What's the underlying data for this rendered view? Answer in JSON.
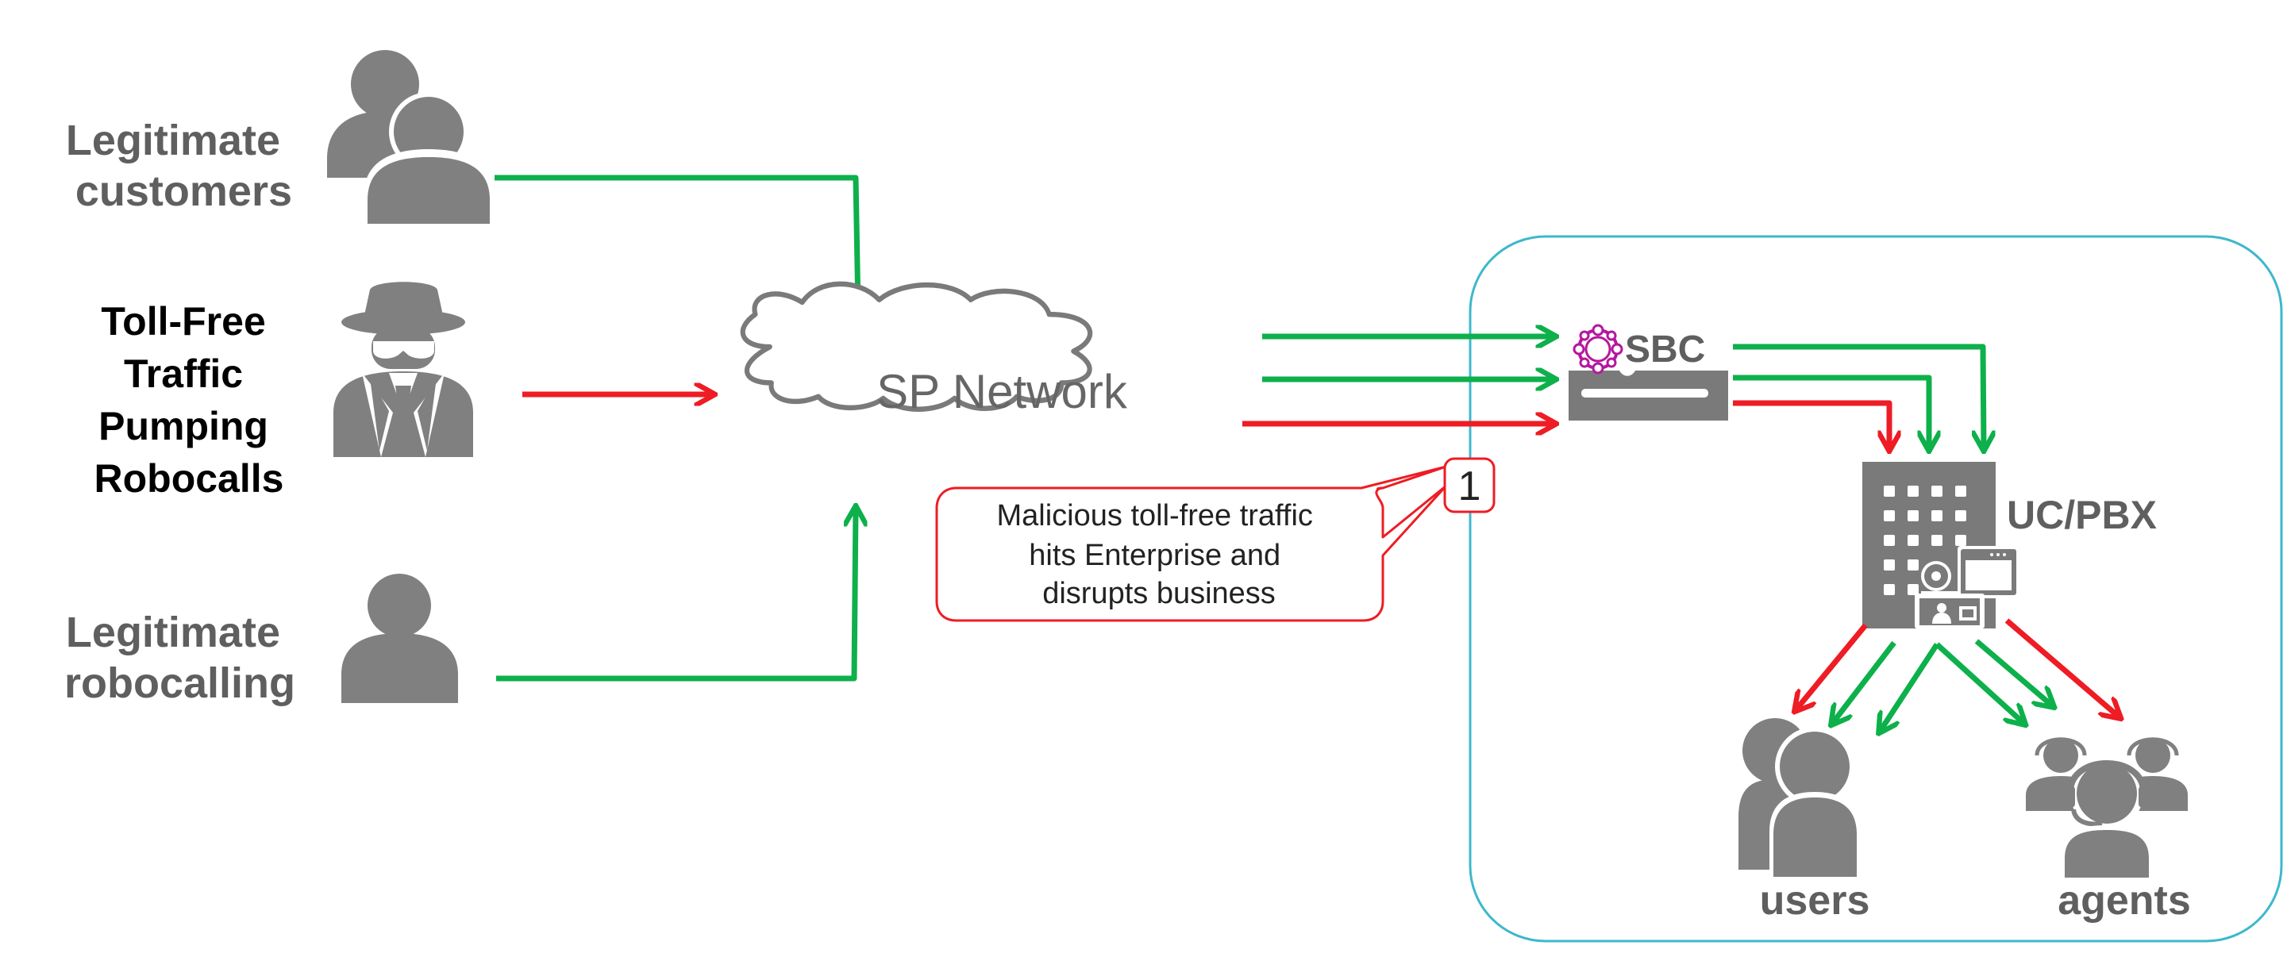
{
  "sources": {
    "legit_customers": [
      "Legitimate",
      "customers"
    ],
    "toll_free": [
      "Toll-Free",
      "Traffic",
      "Pumping",
      "Robocalls"
    ],
    "legit_robocalling": [
      "Legitimate",
      "robocalling"
    ]
  },
  "network": {
    "label": "SP Network"
  },
  "callout": {
    "number": "1",
    "lines": [
      "Malicious toll-free traffic",
      "hits Enterprise and",
      "disrupts business"
    ]
  },
  "enterprise": {
    "sbc_label": "SBC",
    "pbx_label": "UC/PBX",
    "users_label": "users",
    "agents_label": "agents"
  },
  "colors": {
    "legit": "#0db04b",
    "malicious": "#ee1c24",
    "icon": "#808080",
    "enterprise_border": "#3db8cc",
    "sbc_logo": "#b5179e"
  },
  "icons": {
    "customers": "people-icon",
    "fraudster": "spy-icon",
    "robocaller": "person-icon",
    "cloud": "cloud-icon",
    "sbc": "sbc-device-icon",
    "pbx": "building-icon",
    "users": "people-icon",
    "agents": "headset-agents-icon"
  }
}
